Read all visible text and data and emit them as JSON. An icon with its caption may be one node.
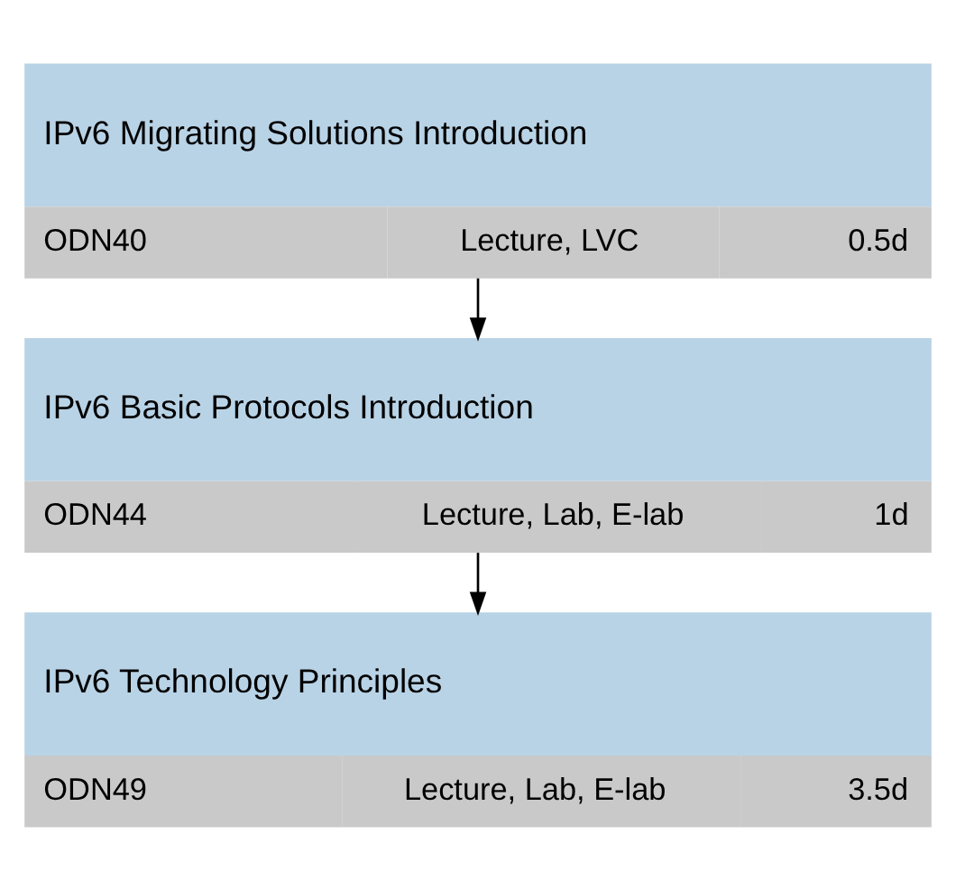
{
  "diagram": {
    "nodes": [
      {
        "text": [
          "IPv6 Migrating Solutions Introduction",
          "ODN40",
          "Lecture, LVC",
          "0.5d"
        ]
      },
      {
        "text": [
          "IPv6 Basic Protocols Introduction",
          "ODN44",
          "Lecture, Lab, E-lab",
          "1d"
        ]
      },
      {
        "text": [
          "IPv6 Technology Principles",
          "ODN49",
          "Lecture, Lab, E-lab",
          "3.5d"
        ]
      }
    ],
    "edges": [
      {
        "from": 0,
        "to": 1,
        "arrow": "to"
      },
      {
        "from": 1,
        "to": 2,
        "arrow": "to"
      }
    ]
  }
}
